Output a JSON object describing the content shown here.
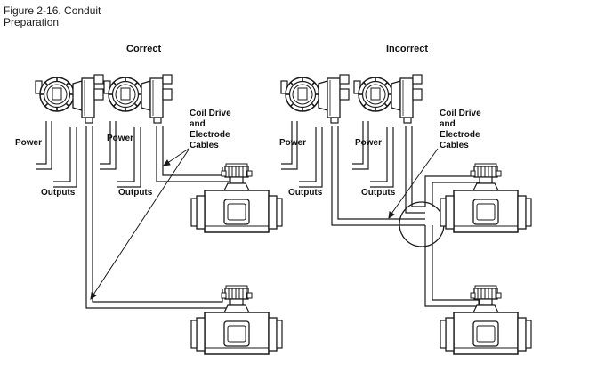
{
  "figure": {
    "title_line1": "Figure 2-16. Conduit",
    "title_line2": "Preparation"
  },
  "panels": {
    "correct": {
      "heading": "Correct",
      "power_label_1": "Power",
      "power_label_2": "Power",
      "outputs_label_1": "Outputs",
      "outputs_label_2": "Outputs",
      "cable_label_1": "Coil Drive",
      "cable_label_2": "and",
      "cable_label_3": "Electrode",
      "cable_label_4": "Cables"
    },
    "incorrect": {
      "heading": "Incorrect",
      "power_label_1": "Power",
      "power_label_2": "Power",
      "outputs_label_1": "Outputs",
      "outputs_label_2": "Outputs",
      "cable_label_1": "Coil Drive",
      "cable_label_2": "and",
      "cable_label_3": "Electrode",
      "cable_label_4": "Cables"
    }
  },
  "colors": {
    "line": "#1a1a1a",
    "fill": "#ffffff"
  }
}
